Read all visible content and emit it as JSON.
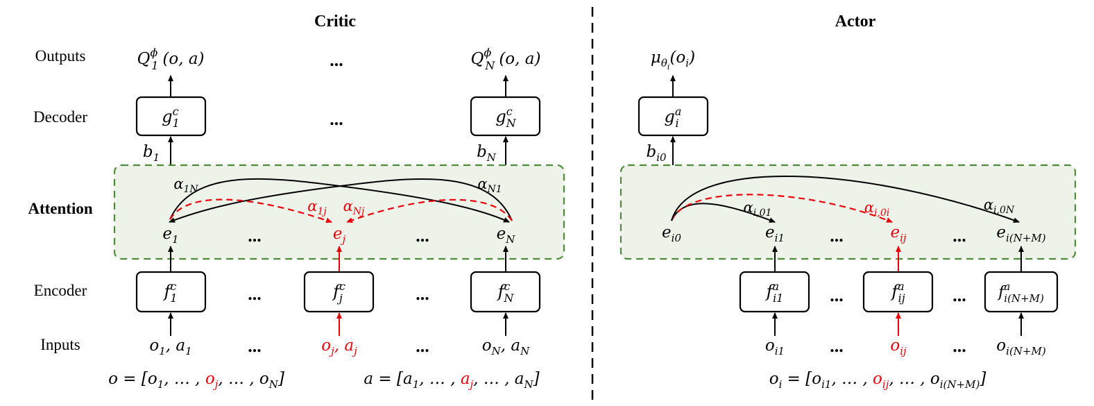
{
  "colors": {
    "black": "#000000",
    "highlight": "#e8000b",
    "attention_border": "#4e8a3a",
    "attention_fill": "#eef3e9"
  },
  "critic": {
    "title": "Critic",
    "row_labels": {
      "outputs": "Outputs",
      "decoder": "Decoder",
      "attention": "Attention",
      "encoder": "Encoder",
      "inputs": "Inputs"
    },
    "ellipsis": "...",
    "outputs": {
      "q1_base": "Q",
      "q1_sup": "ϕ",
      "q1_sub": "1",
      "q1_args": "(o, a)",
      "qn_base": "Q",
      "qn_sup": "ϕ",
      "qn_sub": "N",
      "qn_args": "(o, a)"
    },
    "decoders": {
      "g1_base": "g",
      "g1_sup": "c",
      "g1_sub": "1",
      "gn_base": "g",
      "gn_sup": "c",
      "gn_sub": "N"
    },
    "biases": {
      "b1_base": "b",
      "b1_sub": "1",
      "bn_base": "b",
      "bn_sub": "N"
    },
    "attention": {
      "e1_base": "e",
      "e1_sub": "1",
      "ej_base": "e",
      "ej_sub": "j",
      "en_base": "e",
      "en_sub": "N",
      "a1n_base": "α",
      "a1n_sub": "1N",
      "an1_base": "α",
      "an1_sub": "N1",
      "a1j_base": "α",
      "a1j_sub": "1j",
      "anj_base": "α",
      "anj_sub": "Nj"
    },
    "encoders": {
      "f1_base": "f",
      "f1_sup": "c",
      "f1_sub": "1",
      "fj_base": "f",
      "fj_sup": "c",
      "fj_sub": "j",
      "fn_base": "f",
      "fn_sup": "c",
      "fn_sub": "N"
    },
    "inputs": {
      "in1": {
        "o": "o",
        "o_sub": "1",
        "sep": ", ",
        "a": "a",
        "a_sub": "1"
      },
      "inj": {
        "o": "o",
        "o_sub": "j",
        "sep": ", ",
        "a": "a",
        "a_sub": "j"
      },
      "inn": {
        "o": "o",
        "o_sub": "N",
        "sep": ", ",
        "a": "a",
        "a_sub": "N"
      }
    },
    "formula_o": {
      "lhs": "o = [",
      "v1": "o",
      "v1_sub": "1",
      "mid1": ", … , ",
      "vj": "o",
      "vj_sub": "j",
      "mid2": ", … , ",
      "vn": "o",
      "vn_sub": "N",
      "rhs": "]"
    },
    "formula_a": {
      "lhs": "a = [",
      "v1": "a",
      "v1_sub": "1",
      "mid1": ", … , ",
      "vj": "a",
      "vj_sub": "j",
      "mid2": ", … , ",
      "vn": "a",
      "vn_sub": "N",
      "rhs": "]"
    }
  },
  "actor": {
    "title": "Actor",
    "ellipsis": "...",
    "output": {
      "base": "μ",
      "sub": "θ",
      "subsub": "i",
      "args_open": "(o",
      "args_sub": "i",
      "args_close": ")"
    },
    "decoder": {
      "base": "g",
      "sup": "a",
      "sub": "i"
    },
    "bias": {
      "base": "b",
      "sub": "i0"
    },
    "attention": {
      "ei0_base": "e",
      "ei0_sub": "i0",
      "ei1_base": "e",
      "ei1_sub": "i1",
      "eij_base": "e",
      "eij_sub": "ij",
      "einm_base": "e",
      "einm_sub": "i(N+M)",
      "a01_base": "α",
      "a01_sub": "i,01",
      "a0i_base": "α",
      "a0i_sub": "i,0i",
      "a0n_base": "α",
      "a0n_sub": "i,0N"
    },
    "encoders": {
      "f1_base": "f",
      "f1_sup": "a",
      "f1_sub": "i1",
      "fj_base": "f",
      "fj_sup": "a",
      "fj_sub": "ij",
      "fn_base": "f",
      "fn_sup": "a",
      "fn_sub": "i(N+M)"
    },
    "inputs": {
      "o1": "o",
      "o1_sub": "i1",
      "oj": "o",
      "oj_sub": "ij",
      "on": "o",
      "on_sub": "i(N+M)"
    },
    "formula": {
      "lhs_base": "o",
      "lhs_sub": "i",
      "eq": " = [",
      "v1": "o",
      "v1_sub": "i1",
      "mid1": ", … , ",
      "vj": "o",
      "vj_sub": "ij",
      "mid2": ", … , ",
      "vn": "o",
      "vn_sub": "i(N+M)",
      "rhs": "]"
    }
  }
}
